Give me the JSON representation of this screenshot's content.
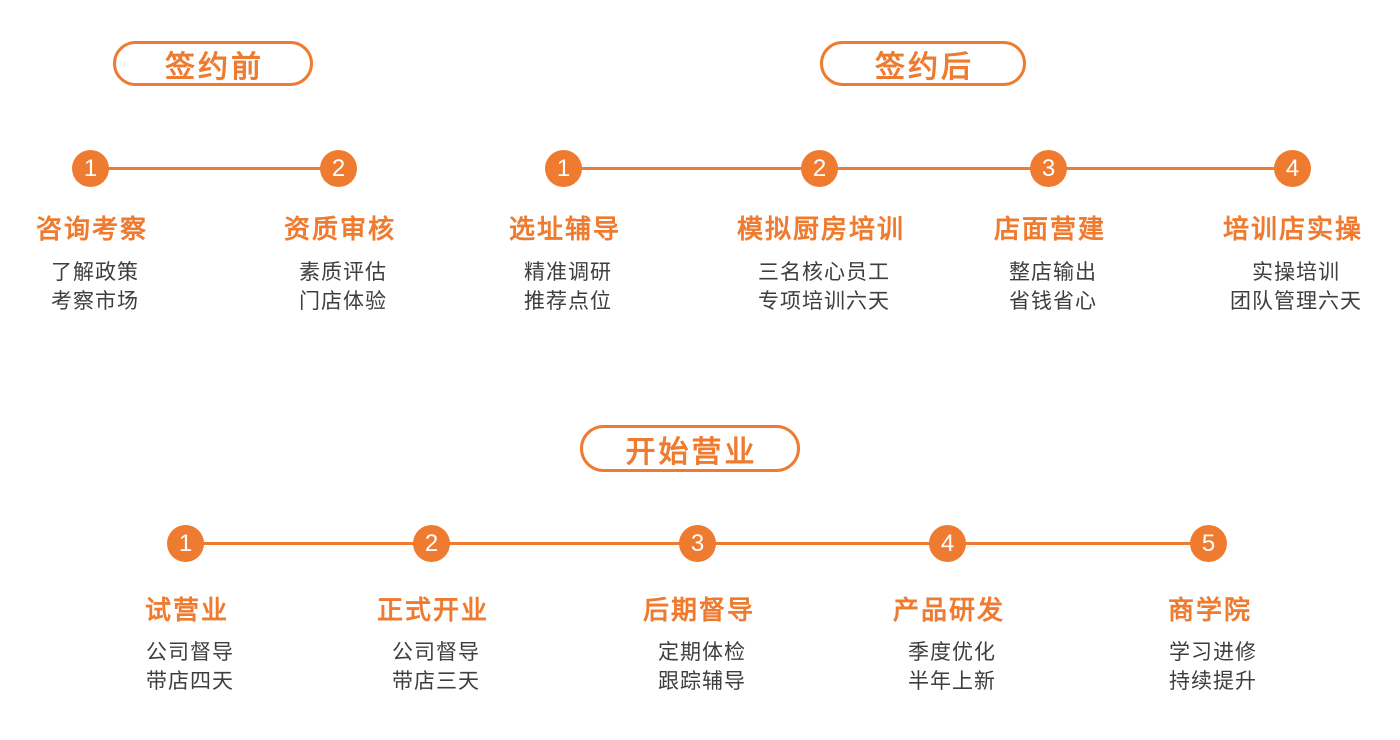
{
  "theme": {
    "accent_orange": "#ee7b2f",
    "desc_text_color": "#3e3e3e",
    "background": "#ffffff"
  },
  "sections": [
    {
      "label": "签约前",
      "steps": [
        {
          "num": "1",
          "title": "咨询考察",
          "lines": [
            "了解政策",
            "考察市场"
          ]
        },
        {
          "num": "2",
          "title": "资质审核",
          "lines": [
            "素质评估",
            "门店体验"
          ]
        }
      ]
    },
    {
      "label": "签约后",
      "steps": [
        {
          "num": "1",
          "title": "选址辅导",
          "lines": [
            "精准调研",
            "推荐点位"
          ]
        },
        {
          "num": "2",
          "title": "模拟厨房培训",
          "lines": [
            "三名核心员工",
            "专项培训六天"
          ]
        },
        {
          "num": "3",
          "title": "店面营建",
          "lines": [
            "整店输出",
            "省钱省心"
          ]
        },
        {
          "num": "4",
          "title": "培训店实操",
          "lines": [
            "实操培训",
            "团队管理六天"
          ]
        }
      ]
    },
    {
      "label": "开始营业",
      "steps": [
        {
          "num": "1",
          "title": "试营业",
          "lines": [
            "公司督导",
            "带店四天"
          ]
        },
        {
          "num": "2",
          "title": "正式开业",
          "lines": [
            "公司督导",
            "带店三天"
          ]
        },
        {
          "num": "3",
          "title": "后期督导",
          "lines": [
            "定期体检",
            "跟踪辅导"
          ]
        },
        {
          "num": "4",
          "title": "产品研发",
          "lines": [
            "季度优化",
            "半年上新"
          ]
        },
        {
          "num": "5",
          "title": "商学院",
          "lines": [
            "学习进修",
            "持续提升"
          ]
        }
      ]
    }
  ]
}
